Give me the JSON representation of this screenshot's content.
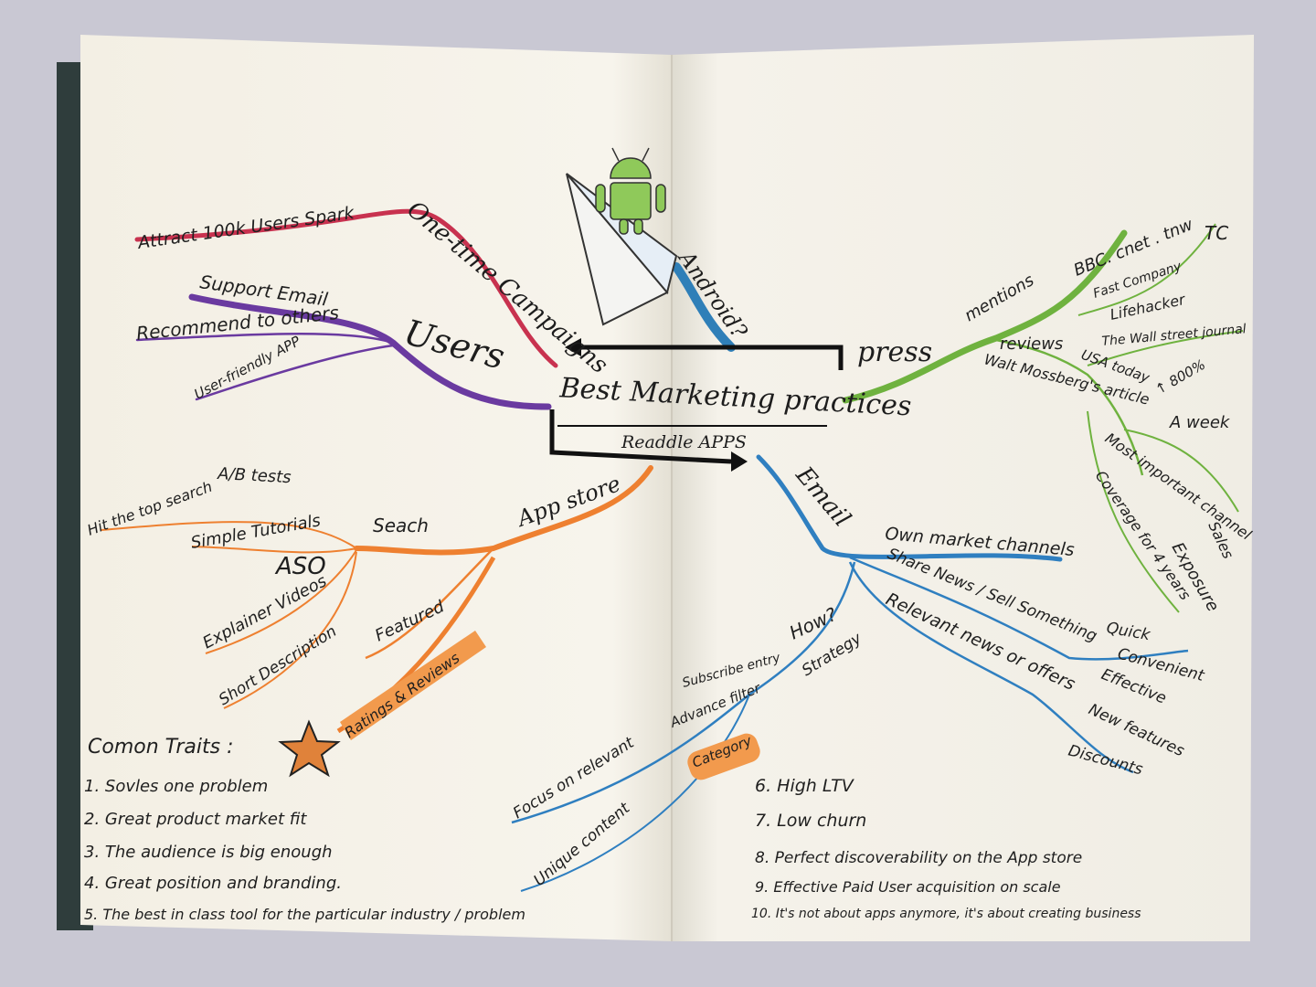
{
  "central": {
    "title": "Best Marketing practices",
    "subtitle": "Readdle APPS"
  },
  "branches": {
    "one_time_campaigns": {
      "label": "One-time Campaigns",
      "color": "#c8324f",
      "items": [
        "Attract 100k Users Spark"
      ]
    },
    "users": {
      "label": "Users",
      "color": "#6a3aa0",
      "items": [
        "Support Email",
        "Recommend to others",
        "User-friendly APP"
      ]
    },
    "android": {
      "label": "Android?",
      "color": "#2f7fb8"
    },
    "press": {
      "label": "press",
      "color": "#6fb23f",
      "mentions": "mentions",
      "reviews": "reviews",
      "outlets": [
        "BBC. cnet . tnw",
        "TC",
        "Fast Company",
        "Lifehacker",
        "The Wall street journal",
        "USA today",
        "↑ 800%"
      ],
      "walt": "Walt Mossberg's article",
      "walt_items": [
        "A week",
        "Most important channel",
        "Coverage for 4 years",
        "Sales",
        "Exposure"
      ]
    },
    "app_store": {
      "label": "App store",
      "color": "#ee8030",
      "search": "Seach",
      "search_items": [
        "Hit the top search",
        "A/B tests",
        "Simple Tutorials",
        "ASO",
        "Explainer Videos",
        "Short Description"
      ],
      "featured": "Featured",
      "ratings": "Ratings & Reviews"
    },
    "email": {
      "label": "Email",
      "color": "#2f7fc0",
      "items": [
        "Own market channels",
        "Share News / Sell Something",
        "Relevant news or offers"
      ],
      "benefits": [
        "Quick",
        "Convenient",
        "Effective"
      ],
      "offers": [
        "New features",
        "Discounts"
      ],
      "how": "How?",
      "strategy": "Strategy",
      "strategy_items": [
        "Subscribe entry",
        "Advance filter",
        "Category"
      ],
      "content": [
        "Focus on relevant",
        "Unique content"
      ]
    }
  },
  "traits": {
    "heading": "Comon Traits :",
    "left": [
      "1. Sovles one problem",
      "2. Great product market fit",
      "3. The audience is big enough",
      "4. Great position and branding.",
      "5. The best in class tool for the particular industry / problem"
    ],
    "right": [
      "6. High LTV",
      "7. Low churn",
      "8. Perfect discoverability on the App store",
      "9. Effective Paid User acquisition on scale",
      "10. It's not about apps anymore, it's about creating business"
    ]
  }
}
